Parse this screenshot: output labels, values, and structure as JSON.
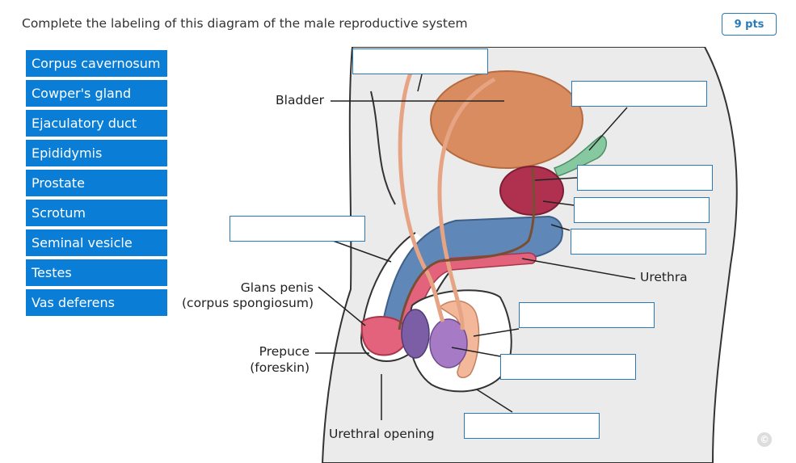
{
  "question": {
    "text": "Complete the labeling of this diagram of the male reproductive system",
    "points": "9 pts"
  },
  "word_bank": [
    "Corpus cavernosum",
    "Cowper's gland",
    "Ejaculatory duct",
    "Epididymis",
    "Prostate",
    "Scrotum",
    "Seminal vesicle",
    "Testes",
    "Vas deferens"
  ],
  "diagram": {
    "labels": {
      "bladder": "Bladder",
      "urethra": "Urethra",
      "glans_line1": "Glans penis",
      "glans_line2": "(corpus spongiosum)",
      "prepuce_line1": "Prepuce",
      "prepuce_line2": "(foreskin)",
      "urethral_opening": "Urethral opening"
    },
    "colors": {
      "bladder": "#d98c5f",
      "prostate": "#b0304f",
      "seminal_vesicle": "#86c9a1",
      "cavernosum": "#5f88b8",
      "spongiosum": "#e2637b",
      "testis": "#a77ac6",
      "epididymis": "#f3b79a",
      "vas": "#f2a98d"
    }
  }
}
